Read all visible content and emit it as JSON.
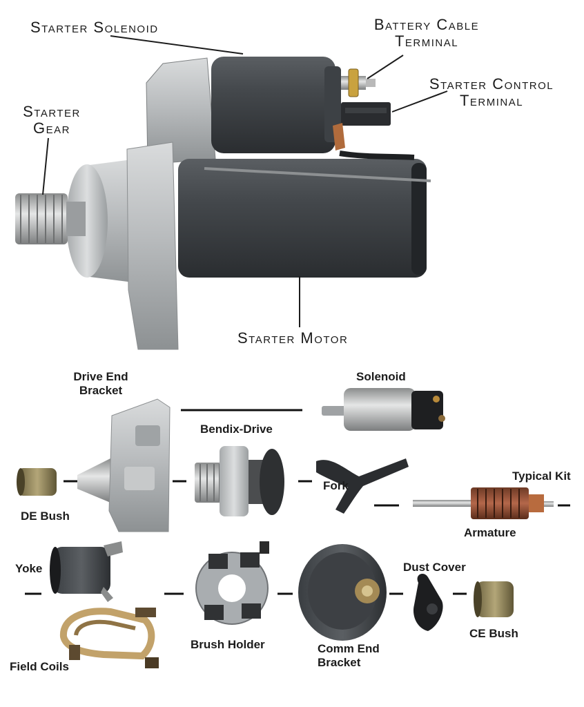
{
  "top_labels": {
    "solenoid": "Starter Solenoid",
    "battery_line1": "Battery Cable",
    "battery_line2": "Terminal",
    "control_line1": "Starter Control",
    "control_line2": "Terminal",
    "gear_line1": "Starter",
    "gear_line2": "Gear",
    "motor": "Starter Motor"
  },
  "kit_labels": {
    "drive_end_line1": "Drive End",
    "drive_end_line2": "Bracket",
    "solenoid": "Solenoid",
    "bendix": "Bendix-Drive",
    "typical_kit": "Typical Kit",
    "de_bush": "DE Bush",
    "fork": "Fork",
    "armature": "Armature",
    "yoke": "Yoke",
    "dust_cover": "Dust Cover",
    "brush_holder": "Brush Holder",
    "comm_end_line1": "Comm End",
    "comm_end_line2": "Bracket",
    "ce_bush": "CE Bush",
    "field_coils": "Field Coils"
  }
}
